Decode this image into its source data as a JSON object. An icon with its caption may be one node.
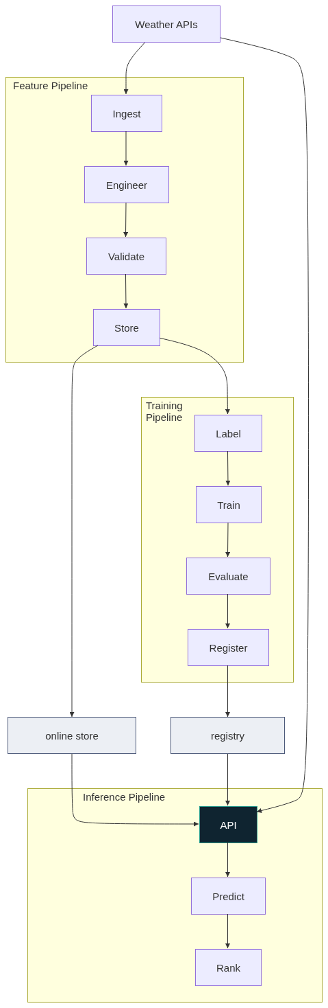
{
  "diagram": {
    "nodes": [
      {
        "text": [
          "Weather APIs"
        ]
      },
      {
        "text": [
          "Feature Pipeline"
        ]
      },
      {
        "text": [
          "Ingest"
        ],
        "in": 1
      },
      {
        "text": [
          "Engineer"
        ],
        "in": 1
      },
      {
        "text": [
          "Validate"
        ],
        "in": 1
      },
      {
        "text": [
          "Store"
        ],
        "in": 1
      },
      {
        "text": [
          "Training Pipeline"
        ]
      },
      {
        "text": [
          "Label"
        ],
        "in": 6
      },
      {
        "text": [
          "Train"
        ],
        "in": 6
      },
      {
        "text": [
          "Evaluate"
        ],
        "in": 6
      },
      {
        "text": [
          "Register"
        ],
        "in": 6
      },
      {
        "text": [
          "online store"
        ]
      },
      {
        "text": [
          "registry"
        ]
      },
      {
        "text": [
          "Inference Pipeline"
        ]
      },
      {
        "text": [
          "API"
        ],
        "in": 13
      },
      {
        "text": [
          "Predict"
        ],
        "in": 13
      },
      {
        "text": [
          "Rank"
        ],
        "in": 13
      }
    ],
    "edges": [
      {
        "from": 0,
        "to": 2,
        "arrow": "to"
      },
      {
        "from": 2,
        "to": 3,
        "arrow": "to"
      },
      {
        "from": 3,
        "to": 4,
        "arrow": "to"
      },
      {
        "from": 4,
        "to": 5,
        "arrow": "to"
      },
      {
        "from": 5,
        "to": 7,
        "arrow": "to"
      },
      {
        "from": 5,
        "to": 11,
        "arrow": "to"
      },
      {
        "from": 7,
        "to": 8,
        "arrow": "to"
      },
      {
        "from": 8,
        "to": 9,
        "arrow": "to"
      },
      {
        "from": 9,
        "to": 10,
        "arrow": "to"
      },
      {
        "from": 10,
        "to": 12,
        "arrow": "to"
      },
      {
        "from": 11,
        "to": 14,
        "arrow": "to"
      },
      {
        "from": 12,
        "to": 14,
        "arrow": "to"
      },
      {
        "from": 0,
        "to": 14,
        "arrow": "to"
      },
      {
        "from": 14,
        "to": 15,
        "arrow": "to"
      },
      {
        "from": 15,
        "to": 16,
        "arrow": "to"
      }
    ]
  }
}
